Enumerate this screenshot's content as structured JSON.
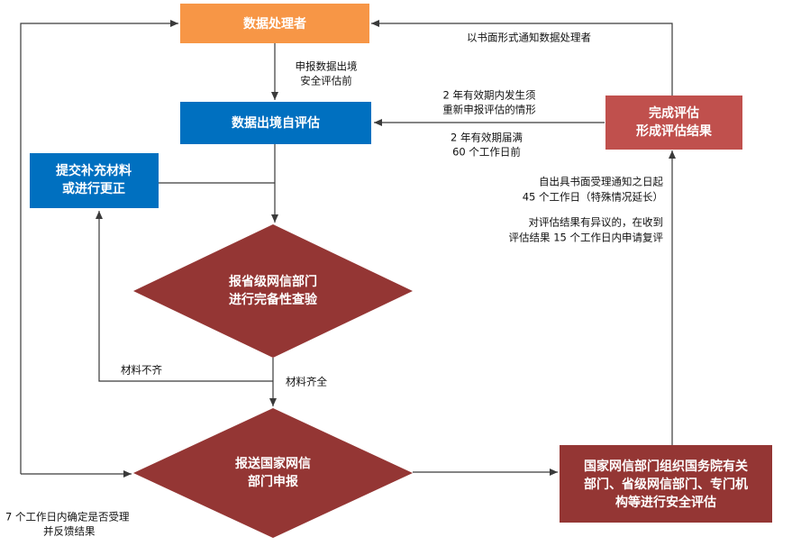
{
  "nodes": {
    "data_processor": {
      "label": "数据处理者",
      "color": "#f79646"
    },
    "self_assessment": {
      "label": "数据出境自评估",
      "color": "#0070c0"
    },
    "supplement": {
      "lines": [
        "提交补充材料",
        "或进行更正"
      ],
      "color": "#0070c0"
    },
    "provincial_check": {
      "lines": [
        "报省级网信部门",
        "进行完备性查验"
      ],
      "color": "#943634"
    },
    "national_submit": {
      "lines": [
        "报送国家网信",
        "部门申报"
      ],
      "color": "#943634"
    },
    "security_assessment": {
      "lines": [
        "国家网信部门组织国务院有关",
        "部门、省级网信部门、专门机",
        "构等进行安全评估"
      ],
      "color": "#943634"
    },
    "assessment_result": {
      "lines": [
        "完成评估",
        "形成评估结果"
      ],
      "color": "#c0504d"
    }
  },
  "labels": {
    "declare_before": [
      "申报数据出境",
      "安全评估前"
    ],
    "notify_written": [
      "以书面形式通知数据处理者"
    ],
    "reapply_situation": [
      "2 年有效期内发生须",
      "重新申报评估的情形"
    ],
    "expiry": [
      "2 年有效期届满",
      "60 个工作日前"
    ],
    "review_period": [
      "自出具书面受理通知之日起",
      "45 个工作日（特殊情况延长）"
    ],
    "objection": [
      "对评估结果有异议的，在收到",
      "评估结果 15 个工作日内申请复评"
    ],
    "incomplete": [
      "材料不齐"
    ],
    "complete": [
      "材料齐全"
    ],
    "acceptance_time": [
      "7 个工作日内确定是否受理",
      "并反馈结果"
    ]
  }
}
